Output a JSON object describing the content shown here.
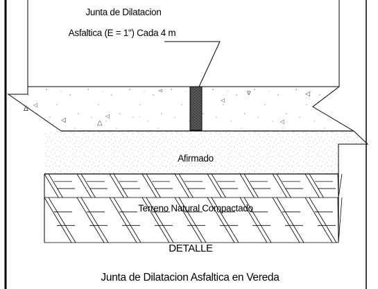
{
  "joint_callout": {
    "line1": "Junta de Dilatacion",
    "line2": "Asfaltica (E = 1\") Cada 4 m"
  },
  "layers": {
    "base": "Afirmado",
    "subgrade": "Terreno Natural Compactado"
  },
  "detail_label": "DETALLE",
  "caption": "Junta de Dilatacion Asfaltica en Vereda",
  "colors": {
    "ink": "#000000",
    "background": "#ffffff",
    "concrete_aggregate": "#8a8a8a",
    "base_stipple": "#9a9a9a",
    "joint_fill": "#3a3a3a"
  }
}
